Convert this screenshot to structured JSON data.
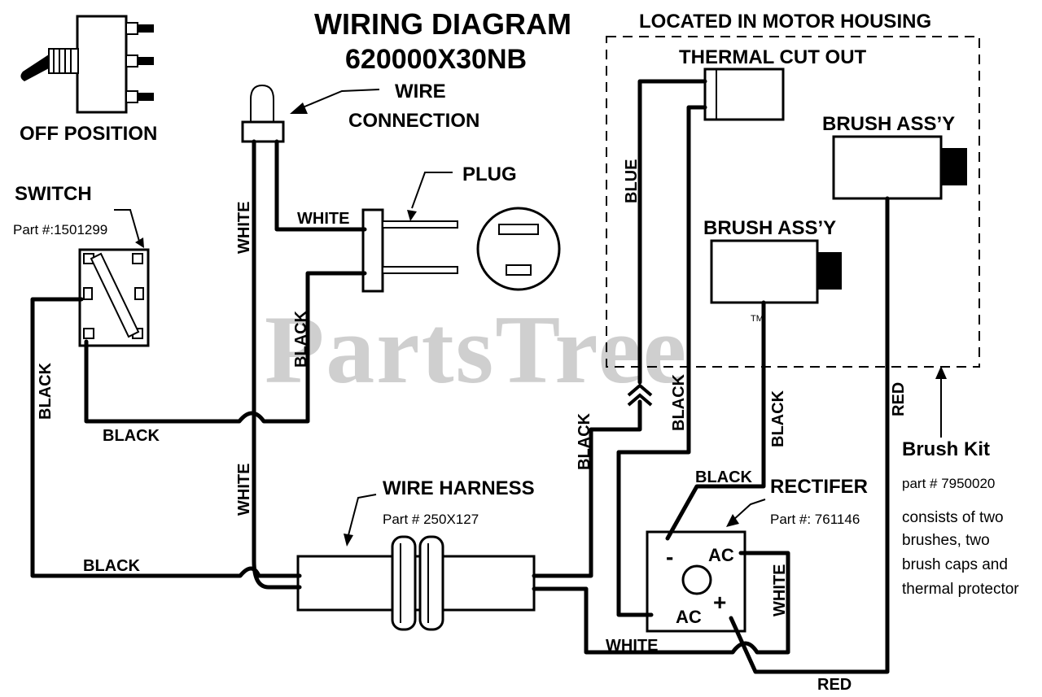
{
  "title": {
    "line1": "WIRING DIAGRAM",
    "line2": "620000X30NB"
  },
  "watermark": {
    "text": "PartsTree",
    "tm": "TM"
  },
  "labels": {
    "off_position": "OFF POSITION",
    "switch": "SWITCH",
    "switch_part": "Part #:1501299",
    "wire_connection_1": "WIRE",
    "wire_connection_2": "CONNECTION",
    "plug": "PLUG",
    "motor_housing": "LOCATED IN MOTOR HOUSING",
    "thermal_cut_out": "THERMAL CUT OUT",
    "brush_assy_right": "BRUSH ASS’Y",
    "brush_assy_left": "BRUSH ASS’Y",
    "wire_harness": "WIRE HARNESS",
    "wire_harness_part": "Part # 250X127",
    "rectifier": "RECTIFER",
    "rectifier_part": "Part #: 761146",
    "brush_kit": "Brush Kit",
    "brush_kit_part": "part # 7950020",
    "brush_kit_desc": [
      "consists of two",
      "brushes, two",
      "brush caps and",
      "thermal protector"
    ],
    "ac": "AC",
    "minus": "-",
    "plus": "+"
  },
  "wire_colors": {
    "white": "WHITE",
    "black": "BLACK",
    "blue": "BLUE",
    "red": "RED"
  },
  "colors": {
    "ink": "#000000",
    "watermark": "#cfcfcf",
    "background": "#ffffff"
  }
}
